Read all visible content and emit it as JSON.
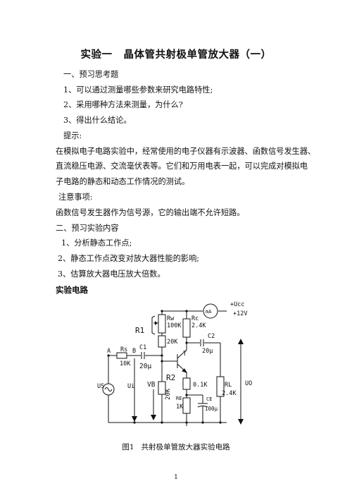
{
  "title": {
    "number": "实验一",
    "text": "晶体管共射极单管放大器（一）"
  },
  "sections": {
    "s1_heading": "一、预习思考题",
    "q1": "1、可以通过测量哪些参数来研究电路特性;",
    "q2": "2、采用哪种方法来测量，为什么?",
    "q3": "3、得出什么结论。",
    "hint_label": "提示:",
    "hint_line1": "在模拟电子电路实验中，经常使用的电子仪器有示波器、函数信号发生器、",
    "hint_line2": "直流稳压电源、交流毫伏表等。它们和万用电表一起，可以完成对模拟电",
    "hint_line3": "子电路的静态和动态工作情况的测试。",
    "notice_label": "注意事项:",
    "notice_text": "函数信号发生器作为信号源，它的输出端不允许短路。",
    "s2_heading": "二、预习实验内容",
    "c1": "1、分析静态工作点;",
    "c2": "2、静态工作点改变对放大器性能的影响;",
    "c3": "3、估算放大器电压放大倍数。",
    "circuit_heading": "实验电路"
  },
  "circuit": {
    "ucc": "+Ucc",
    "v12": "+12V",
    "ma": "mA",
    "rw": "Rw",
    "rw_val": "100K",
    "r1": "R1",
    "r20k_top": "20K",
    "rc": "Rc",
    "rc_val": "2.4K",
    "c2": "C2",
    "c2_val": "20µ",
    "c1": "C1",
    "c1_val": "20µ",
    "a": "A",
    "b": "B",
    "rs": "Rs",
    "rs_val": "10K",
    "t": "T",
    "r2": "R2",
    "r2_val": "20K",
    "vb": "VB",
    "r01": "0.1K",
    "re": "RE",
    "re_val": "1K",
    "rl": "RL",
    "rl_val": "2.4K",
    "ce": "CE",
    "ce_val": "100µ",
    "us": "US",
    "ui": "Ui",
    "uo": "UO"
  },
  "caption": {
    "number": "图1",
    "text": "共射极单管放大器实验电路"
  },
  "page_number": "1"
}
